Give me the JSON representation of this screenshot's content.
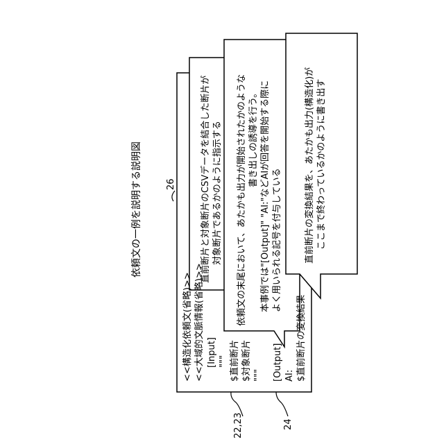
{
  "figure": {
    "title": "依頼文の一例を説明する説明図",
    "ref_main": "26",
    "ref_input": "22,23",
    "ref_output": "24"
  },
  "document": {
    "preamble": [
      "<<構造化依頼文(省略)>>",
      "<<大域的文脈情報(省略)>>"
    ],
    "input_header": "[Input]",
    "input_quote": "\"\"\"",
    "input_vars": [
      "$直前断片",
      "$対象断片"
    ],
    "input_quote_close": "\"\"\"",
    "output_header": "[Output]",
    "output_ai": "AI:",
    "output_var": "$直前断片の変換結果"
  },
  "callouts": {
    "top": [
      "直前断片と対象断片のCSVデータを結合した断片が",
      "対象断片であるかのように指示する"
    ],
    "middle": [
      "依頼文の末尾において、あたかも出力が開始されたかのような",
      "書き出しの誘導を行う。",
      "本事例では\"[Output]\" \"AI:\"などAIが回答を開始する際に",
      "よく用いられる記号を付与している"
    ],
    "bottom": [
      "直前断片の変換結果を、あたかも出力(構造化)が",
      "ここまで終わっているかのように書き出す"
    ]
  }
}
